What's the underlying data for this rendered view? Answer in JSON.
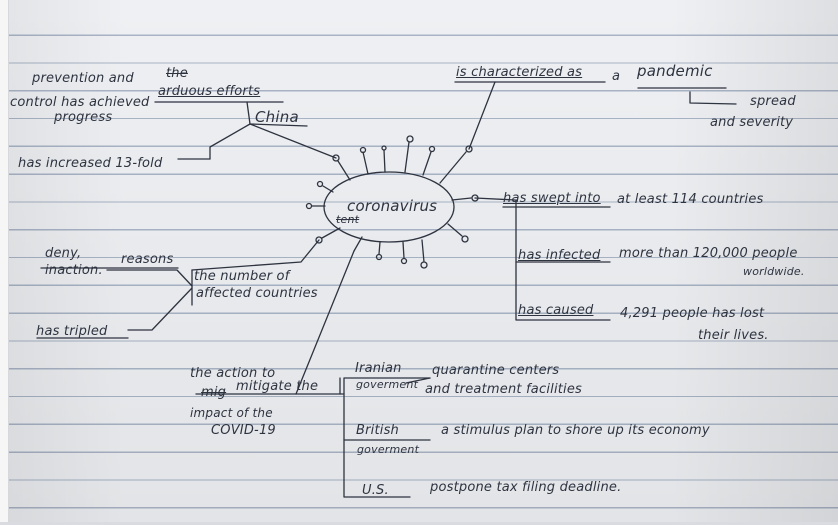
{
  "center": {
    "label": "coronavirus",
    "struck": "tent"
  },
  "top_left": {
    "prevention": [
      "prevention and",
      "control has achieved",
      "progress"
    ],
    "struck_word": "the",
    "arduous": "arduous efforts",
    "china": "China",
    "increased": "has increased 13-fold"
  },
  "top_right": {
    "characterized": "is characterized as",
    "a": "a",
    "pandemic": "pandemic",
    "spread": "spread",
    "severity": "and severity"
  },
  "right": {
    "swept": "has swept into",
    "swept_obj": "at least 114 countries",
    "infected": "has infected",
    "infected_obj": [
      "more than 120,000 people",
      "worldwide."
    ],
    "caused": "has caused",
    "caused_obj": [
      "4,291 people has lost",
      "their lives."
    ]
  },
  "left": {
    "deny": [
      "deny,",
      "inaction."
    ],
    "reasons": "reasons",
    "affected": [
      "the number of",
      "affected countries"
    ],
    "tripled": "has tripled"
  },
  "bottom": {
    "action": [
      "the action to",
      "mitigate the",
      "impact of the",
      "COVID-19"
    ],
    "struck_word": "mig",
    "iranian": [
      "Iranian",
      "goverment"
    ],
    "iranian_obj": [
      "quarantine centers",
      "and treatment facilities"
    ],
    "british": [
      "British",
      "goverment"
    ],
    "british_obj": "a stimulus plan to shore up its economy",
    "us": "U.S.",
    "us_obj": "postpone tax filing deadline."
  },
  "colors": {
    "ink": "#2e3340",
    "paper": "#eef0f3",
    "rule_line": "#a9b4c6"
  }
}
